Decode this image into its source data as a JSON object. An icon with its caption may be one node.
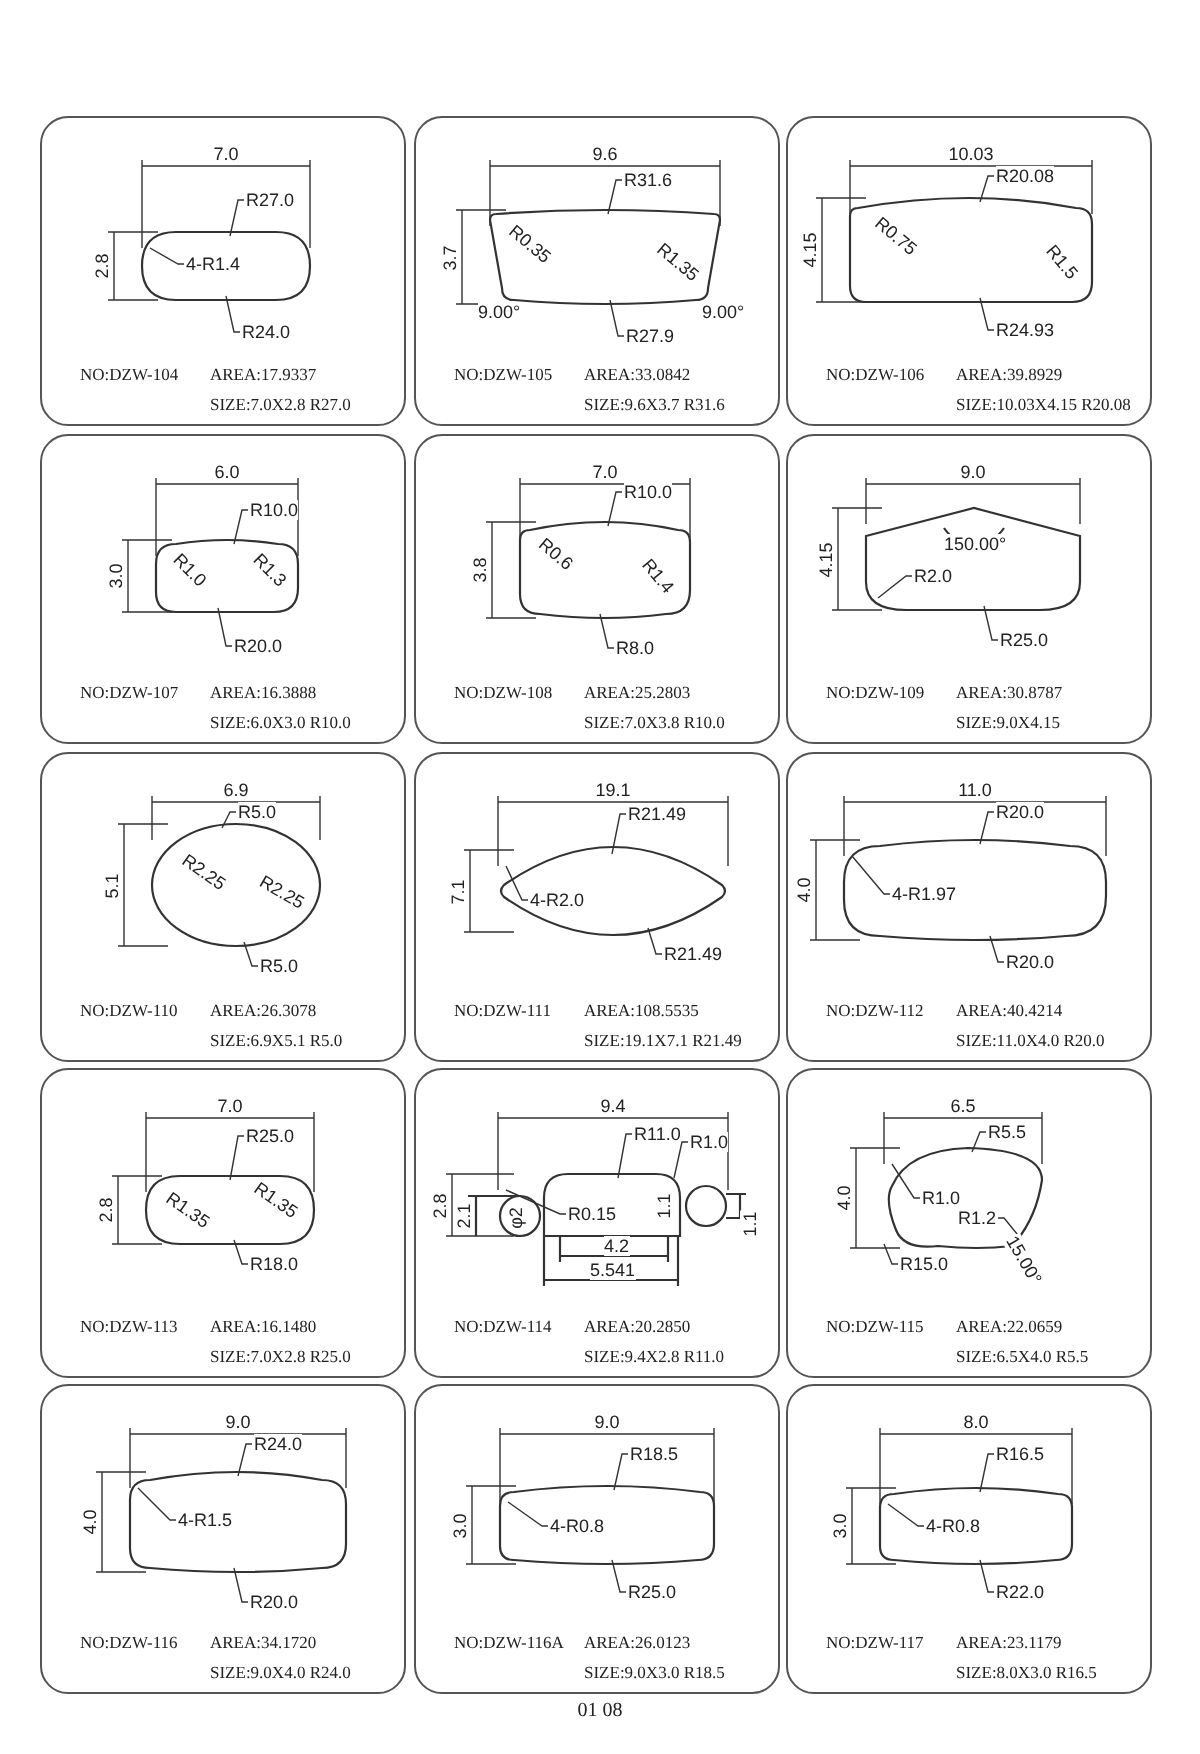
{
  "diagram": {
    "nodes": [
      {
        "text": [
          "7.0",
          "2.8",
          "R27.0",
          "4-R1.4",
          "R24.0",
          "NO:DZW-104",
          "AREA:17.9337",
          "SIZE:7.0X2.8 R27.0"
        ]
      },
      {
        "text": [
          "9.6",
          "3.7",
          "R31.6",
          "R0.35",
          "R1.35",
          "9.00°",
          "9.00°",
          "R27.9",
          "NO:DZW-105",
          "AREA:33.0842",
          "SIZE:9.6X3.7 R31.6"
        ]
      },
      {
        "text": [
          "10.03",
          "4.15",
          "R20.08",
          "R0.75",
          "R1.5",
          "R24.93",
          "NO:DZW-106",
          "AREA:39.8929",
          "SIZE:10.03X4.15 R20.08"
        ]
      },
      {
        "text": [
          "6.0",
          "3.0",
          "R10.0",
          "R1.0",
          "R1.3",
          "R20.0",
          "NO:DZW-107",
          "AREA:16.3888",
          "SIZE:6.0X3.0 R10.0"
        ]
      },
      {
        "text": [
          "7.0",
          "3.8",
          "R10.0",
          "R0.6",
          "R1.4",
          "R8.0",
          "NO:DZW-108",
          "AREA:25.2803",
          "SIZE:7.0X3.8 R10.0"
        ]
      },
      {
        "text": [
          "9.0",
          "4.15",
          "150.00°",
          "R2.0",
          "R25.0",
          "NO:DZW-109",
          "AREA:30.8787",
          "SIZE:9.0X4.15"
        ]
      },
      {
        "text": [
          "6.9",
          "5.1",
          "R5.0",
          "R2.25",
          "R2.25",
          "R5.0",
          "NO:DZW-110",
          "AREA:26.3078",
          "SIZE:6.9X5.1 R5.0"
        ]
      },
      {
        "text": [
          "19.1",
          "7.1",
          "R21.49",
          "4-R2.0",
          "R21.49",
          "NO:DZW-111",
          "AREA:108.5535",
          "SIZE:19.1X7.1 R21.49"
        ]
      },
      {
        "text": [
          "11.0",
          "4.0",
          "R20.0",
          "4-R1.97",
          "R20.0",
          "NO:DZW-112",
          "AREA:40.4214",
          "SIZE:11.0X4.0 R20.0"
        ]
      },
      {
        "text": [
          "7.0",
          "2.8",
          "R25.0",
          "R1.35",
          "R1.35",
          "R18.0",
          "NO:DZW-113",
          "AREA:16.1480",
          "SIZE:7.0X2.8 R25.0"
        ]
      },
      {
        "text": [
          "9.4",
          "2.8",
          "R11.0",
          "R1.0",
          "2.1",
          "φ2",
          "R0.15",
          "1.1",
          "1.1",
          "4.2",
          "5.541",
          "NO:DZW-114",
          "AREA:20.2850",
          "SIZE:9.4X2.8 R11.0"
        ]
      },
      {
        "text": [
          "6.5",
          "4.0",
          "R5.5",
          "R1.0",
          "R1.2",
          "R15.0",
          "15.00°",
          "NO:DZW-115",
          "AREA:22.0659",
          "SIZE:6.5X4.0 R5.5"
        ]
      },
      {
        "text": [
          "9.0",
          "4.0",
          "R24.0",
          "4-R1.5",
          "R20.0",
          "NO:DZW-116",
          "AREA:34.1720",
          "SIZE:9.0X4.0 R24.0"
        ]
      },
      {
        "text": [
          "9.0",
          "3.0",
          "R18.5",
          "4-R0.8",
          "R25.0",
          "NO:DZW-116A",
          "AREA:26.0123",
          "SIZE:9.0X3.0 R18.5"
        ]
      },
      {
        "text": [
          "8.0",
          "3.0",
          "R16.5",
          "4-R0.8",
          "R22.0",
          "NO:DZW-117",
          "AREA:23.1179",
          "SIZE:8.0X3.0 R16.5"
        ]
      }
    ],
    "labels": [
      "01 08"
    ]
  }
}
